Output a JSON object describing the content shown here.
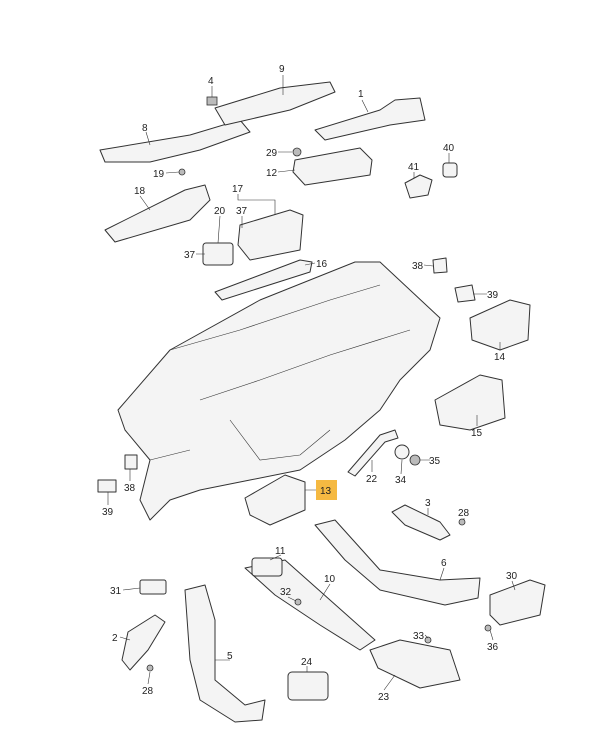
{
  "diagram": {
    "type": "exploded-parts-diagram",
    "highlight_color": "#f5b942",
    "highlighted_part": "13",
    "labels": {
      "p4": "4",
      "p9": "9",
      "p8": "8",
      "p1": "1",
      "p29": "29",
      "p12": "12",
      "p40": "40",
      "p41": "41",
      "p19": "19",
      "p18": "18",
      "p17": "17",
      "p20": "20",
      "p37a": "37",
      "p37b": "37",
      "p16": "16",
      "p38a": "38",
      "p39a": "39",
      "p14": "14",
      "p15": "15",
      "p13": "13",
      "p22": "22",
      "p35": "35",
      "p34": "34",
      "p39b": "39",
      "p38b": "38",
      "p3": "3",
      "p28a": "28",
      "p11": "11",
      "p10": "10",
      "p6": "6",
      "p31": "31",
      "p32": "32",
      "p30": "30",
      "p2": "2",
      "p5": "5",
      "p33": "33",
      "p36": "36",
      "p24": "24",
      "p28b": "28",
      "p23": "23"
    }
  }
}
